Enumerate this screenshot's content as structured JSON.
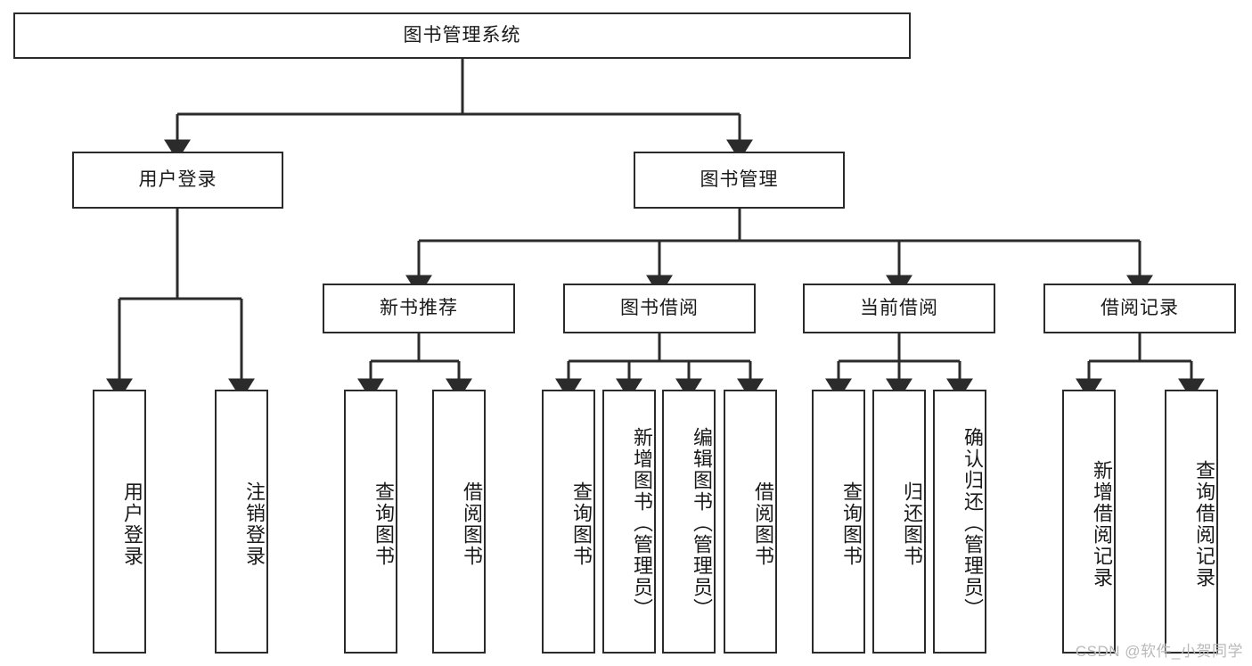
{
  "diagram": {
    "type": "hierarchy-tree",
    "title": "图书管理系统",
    "watermark": "CSDN @软件_小贺同学",
    "colors": {
      "background": "#ffffff",
      "stroke": "#2b2b2b",
      "text": "#1a1a1a",
      "watermark": "#b9b9b9"
    },
    "levels": {
      "level1": [
        {
          "id": "root",
          "label": "图书管理系统"
        }
      ],
      "level2": [
        {
          "id": "user-login",
          "label": "用户登录",
          "parent": "root"
        },
        {
          "id": "book-manage",
          "label": "图书管理",
          "parent": "root"
        }
      ],
      "level3": [
        {
          "id": "new-book-rec",
          "label": "新书推荐",
          "parent": "book-manage"
        },
        {
          "id": "book-borrow",
          "label": "图书借阅",
          "parent": "book-manage"
        },
        {
          "id": "current-borrow",
          "label": "当前借阅",
          "parent": "book-manage"
        },
        {
          "id": "borrow-record",
          "label": "借阅记录",
          "parent": "book-manage"
        }
      ],
      "level4": [
        {
          "id": "leaf-user-login",
          "label": "用户登录",
          "parent": "user-login"
        },
        {
          "id": "leaf-logout",
          "label": "注销登录",
          "parent": "user-login"
        },
        {
          "id": "leaf-query-book-1",
          "label": "查询图书",
          "parent": "new-book-rec"
        },
        {
          "id": "leaf-borrow-book-1",
          "label": "借阅图书",
          "parent": "new-book-rec"
        },
        {
          "id": "leaf-query-book-2",
          "label": "查询图书",
          "parent": "book-borrow"
        },
        {
          "id": "leaf-add-book",
          "label": "新增图书（管理员）",
          "parent": "book-borrow"
        },
        {
          "id": "leaf-edit-book",
          "label": "编辑图书（管理员）",
          "parent": "book-borrow"
        },
        {
          "id": "leaf-borrow-book-2",
          "label": "借阅图书",
          "parent": "book-borrow"
        },
        {
          "id": "leaf-query-book-3",
          "label": "查询图书",
          "parent": "current-borrow"
        },
        {
          "id": "leaf-return-book",
          "label": "归还图书",
          "parent": "current-borrow"
        },
        {
          "id": "leaf-confirm-return",
          "label": "确认归还（管理员）",
          "parent": "current-borrow"
        },
        {
          "id": "leaf-add-record",
          "label": "新增借阅记录",
          "parent": "borrow-record"
        },
        {
          "id": "leaf-query-record",
          "label": "查询借阅记录",
          "parent": "borrow-record"
        }
      ]
    }
  }
}
